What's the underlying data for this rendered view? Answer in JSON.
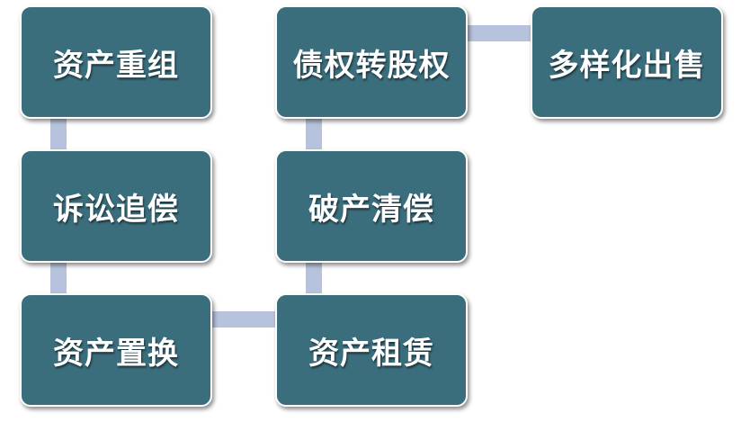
{
  "diagram": {
    "nodes": [
      {
        "id": "asset-restructuring",
        "label": "资产重组"
      },
      {
        "id": "litigation-recovery",
        "label": "诉讼追偿"
      },
      {
        "id": "asset-swap",
        "label": "资产置换"
      },
      {
        "id": "debt-to-equity",
        "label": "债权转股权"
      },
      {
        "id": "bankruptcy-liquidation",
        "label": "破产清偿"
      },
      {
        "id": "asset-leasing",
        "label": "资产租赁"
      },
      {
        "id": "diversified-sale",
        "label": "多样化出售"
      }
    ],
    "edges": [
      {
        "from": "asset-restructuring",
        "to": "litigation-recovery"
      },
      {
        "from": "litigation-recovery",
        "to": "asset-swap"
      },
      {
        "from": "asset-swap",
        "to": "asset-leasing"
      },
      {
        "from": "asset-leasing",
        "to": "bankruptcy-liquidation"
      },
      {
        "from": "bankruptcy-liquidation",
        "to": "debt-to-equity"
      },
      {
        "from": "debt-to-equity",
        "to": "diversified-sale"
      }
    ],
    "colors": {
      "node_fill": "#3a6e7d",
      "node_border": "#ffffff",
      "node_text": "#ffffff",
      "connector": "#b7c3dc",
      "background": "#ffffff"
    }
  }
}
